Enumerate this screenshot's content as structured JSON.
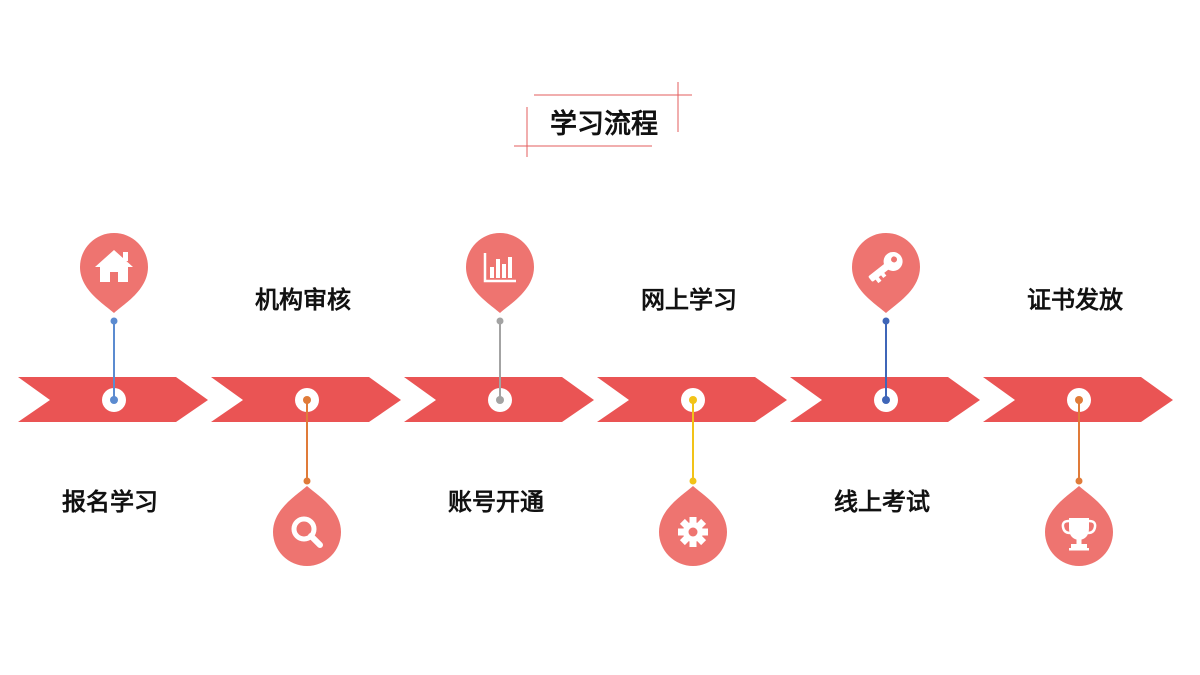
{
  "title": "学习流程",
  "colors": {
    "arrow": "#ea5454",
    "drop": "#ee7470",
    "title_lines": "#e35d5d",
    "icon": "#ffffff",
    "text": "#111111"
  },
  "steps": [
    {
      "label": "报名学习",
      "icon": "house-icon",
      "connector_color": "#5b8bd0",
      "pin": "above"
    },
    {
      "label": "机构审核",
      "icon": "search-icon",
      "connector_color": "#e07b39",
      "pin": "below"
    },
    {
      "label": "账号开通",
      "icon": "chart-icon",
      "connector_color": "#a3a3a3",
      "pin": "above"
    },
    {
      "label": "网上学习",
      "icon": "gear-icon",
      "connector_color": "#f2c318",
      "pin": "below"
    },
    {
      "label": "线上考试",
      "icon": "key-icon",
      "connector_color": "#3f66b8",
      "pin": "above"
    },
    {
      "label": "证书发放",
      "icon": "trophy-icon",
      "connector_color": "#e07b39",
      "pin": "below"
    }
  ]
}
